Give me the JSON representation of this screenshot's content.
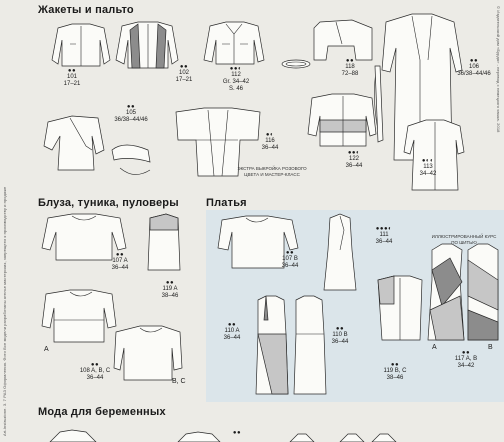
{
  "side_text_left": "Art-Instruzione. 3. 7 РАЗ Оформления. Фото Все модели разработаны ателье мастерских, запрещено к производству и продаже",
  "side_text_right": "© Издательский дом «Бурда» - перевод с немецкого языка. 2018",
  "sections": {
    "jackets": "Жакеты и пальто",
    "blouses": "Блуза, туника, пуловеры",
    "dresses": "Платья",
    "maternity": "Мода для беременных"
  },
  "jackets": [
    {
      "dots": "●●",
      "num": "101",
      "sizes": "17–21"
    },
    {
      "dots": "●●",
      "num": "102",
      "sizes": "17–21"
    },
    {
      "dots": "●●◐",
      "num": "112",
      "sizes": "Gr. 34–42",
      "extra": "S. 46"
    },
    {
      "dots": "●●",
      "num": "118",
      "sizes": "72–88"
    },
    {
      "dots": "●●",
      "num": "106",
      "sizes": "36/38–44/46"
    },
    {
      "dots": "●●",
      "num": "105",
      "sizes": "36/38–44/46"
    },
    {
      "dots": "●◐",
      "num": "116",
      "sizes": "36–44"
    },
    {
      "dots": "●●◐",
      "num": "122",
      "sizes": "36–44"
    },
    {
      "dots": "●◐◐",
      "num": "113",
      "sizes": "34–42"
    }
  ],
  "jackets_note": [
    "ЭКСТРА ВЫКРОЙКА РОЗОВОГО",
    "ЦВЕТА И МАСТЕР-КЛАСС"
  ],
  "blouses": [
    {
      "dots": "●●",
      "num": "107 A",
      "sizes": "36–44"
    },
    {
      "dots": "●●",
      "num": "119 A",
      "sizes": "38–46"
    },
    {
      "dots": "●●",
      "num": "108 A, B, C",
      "sizes": "36–44"
    }
  ],
  "blouses_letters": {
    "a": "A",
    "bc": "B, C"
  },
  "dresses": [
    {
      "dots": "●●",
      "num": "107 B",
      "sizes": "36–44"
    },
    {
      "dots": "●●●◐",
      "num": "111",
      "sizes": "36–44"
    },
    {
      "dots": "●●",
      "num": "110 A",
      "sizes": "36–44"
    },
    {
      "dots": "●●",
      "num": "110 B",
      "sizes": "36–44"
    },
    {
      "dots": "●●",
      "num": "119 B, C",
      "sizes": "38–46"
    },
    {
      "dots": "●●",
      "num": "117 A, B",
      "sizes": "34–42"
    }
  ],
  "dresses_note": [
    "ИЛЛЮСТРИРОВАННЫЙ КУРС",
    "ПО ШИТЬЮ"
  ],
  "dresses_letters": {
    "a": "A",
    "b": "B"
  },
  "maternity_dots": "●●"
}
